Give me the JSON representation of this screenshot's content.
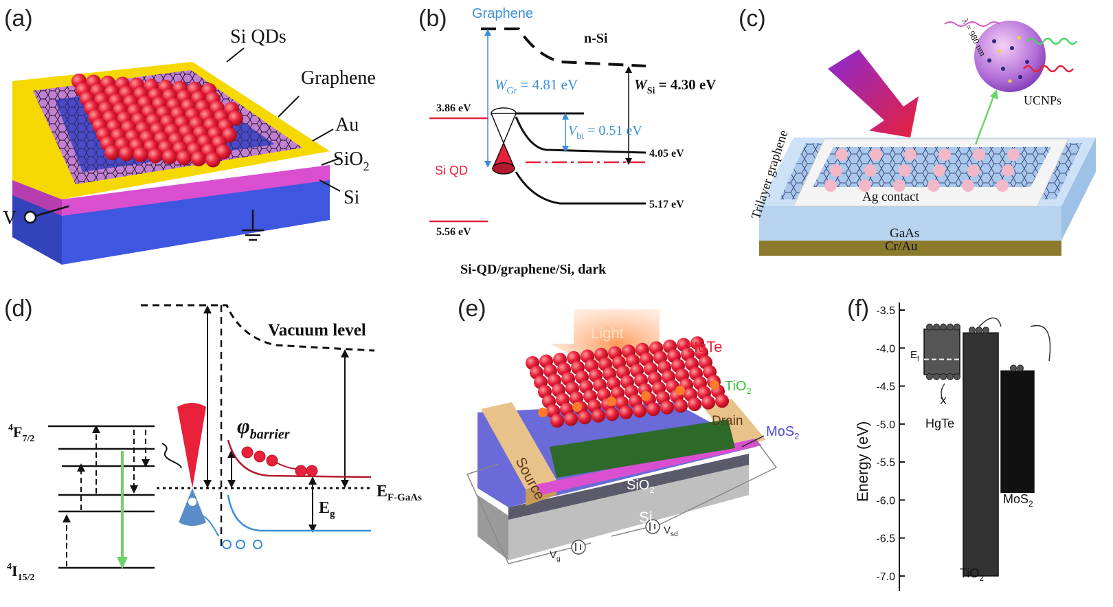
{
  "panel_a": {
    "label": "(a)",
    "si_qds": "Si QDs",
    "graphene": "Graphene",
    "au": "Au",
    "sio2": "SiO",
    "sio2_sub": "2",
    "si": "Si",
    "v": "V"
  },
  "panel_b": {
    "label": "(b)",
    "graphene": "Graphene",
    "n_si": "n-Si",
    "w_gr": "W",
    "w_gr_sub": "Gr",
    "w_gr_val": " = 4.81 eV",
    "w_si": "W",
    "w_si_sub": "Si",
    "w_si_val": " = 4.30 eV",
    "v_bi": "V",
    "v_bi_sub": "bi",
    "v_bi_val": " = 0.51 eV",
    "e1": "3.86 eV",
    "e2": "4.05 eV",
    "e3": "5.17 eV",
    "e4": "5.56 eV",
    "si_qd": "Si QD",
    "caption": "Si-QD/graphene/Si, dark"
  },
  "panel_c": {
    "label": "(c)",
    "wavelength": "λ = 980 nm",
    "ucnps": "UCNPs",
    "trilayer": "Trilayer graphene",
    "ag": "Ag contact",
    "gaas": "GaAs",
    "crau": "Cr/Au"
  },
  "panel_d": {
    "label": "(d)",
    "vacuum": "Vacuum level",
    "phi": "φ",
    "phi_sub": "barrier",
    "f72": "F",
    "f72_pre": "4",
    "f72_sub": "7/2",
    "i152": "I",
    "i152_pre": "4",
    "i152_sub": "15/2",
    "ef": "E",
    "ef_sub": "F-GaAs",
    "eg": "E",
    "eg_sub": "g"
  },
  "panel_e": {
    "label": "(e)",
    "light": "Light",
    "hgte": "HgTe",
    "tio2": "TiO",
    "tio2_sub": "2",
    "mos2": "MoS",
    "mos2_sub": "2",
    "source": "Source",
    "drain": "Drain",
    "sio2": "SiO",
    "sio2_sub": "2",
    "si": "Si",
    "vg": "V",
    "vg_sub": "g",
    "vsd": "V",
    "vsd_sub": "sd"
  },
  "panel_f": {
    "label": "(f)",
    "ylabel": "Energy (eV)",
    "ticks": [
      "-3.5",
      "-4.0",
      "-4.5",
      "-5.0",
      "-5.5",
      "-6.0",
      "-6.5",
      "-7.0"
    ],
    "ef": "E",
    "ef_sub": "f",
    "x_mark": "X",
    "hgte": "HgTe",
    "tio2": "TiO",
    "tio2_sub": "2",
    "mos2": "MoS",
    "mos2_sub": "2"
  },
  "chart_data": {
    "type": "bar",
    "ylabel": "Energy (eV)",
    "ylim": [
      -7.2,
      -3.4
    ],
    "categories": [
      "HgTe",
      "TiO2",
      "MoS2"
    ],
    "bars": [
      {
        "name": "HgTe",
        "top": -3.75,
        "bottom": -4.35
      },
      {
        "name": "TiO2",
        "top": -3.8,
        "bottom": -7.0
      },
      {
        "name": "MoS2",
        "top": -4.3,
        "bottom": -5.9
      }
    ],
    "ef_hgte": -4.15
  },
  "colors": {
    "red": "#e8203a",
    "blue": "#3b8ed6",
    "yellow": "#f5d800",
    "magenta": "#d94fd0",
    "violet": "#4b4bd4",
    "orange": "#ff6a2c",
    "green": "#6ed36b"
  }
}
